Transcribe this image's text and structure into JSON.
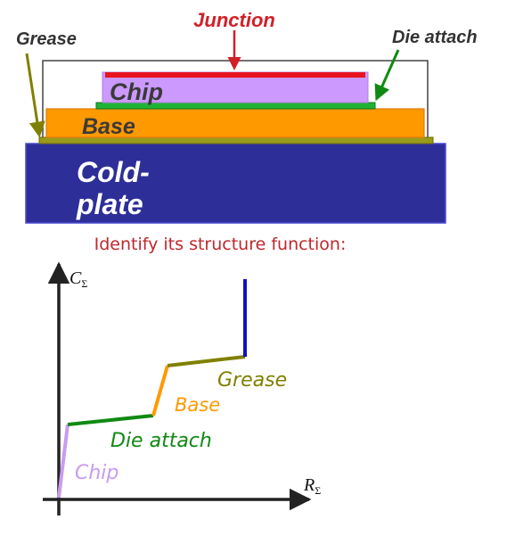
{
  "top": {
    "junction": "Junction",
    "grease": "Grease",
    "die_attach": "Die attach",
    "chip": "Chip",
    "base": "Base",
    "coldplate_line1": "Cold-",
    "coldplate_line2": "plate"
  },
  "caption": "Identify its structure function:",
  "graph": {
    "y_axis_symbol": "C",
    "x_axis_symbol": "R",
    "subscript": "Σ",
    "segments": [
      "Chip",
      "Die attach",
      "Base",
      "Grease"
    ]
  },
  "colors": {
    "junction": "#e8141e",
    "junction_label": "#d12027",
    "grease": "#808000",
    "die_attach": "#0f8a12",
    "chip": "#cc99ff",
    "chip_curve": "#c79cf0",
    "base": "#ff9900",
    "coldplate": "#2e2e99",
    "ambient": "#1010c0",
    "caption": "#c0272d"
  }
}
